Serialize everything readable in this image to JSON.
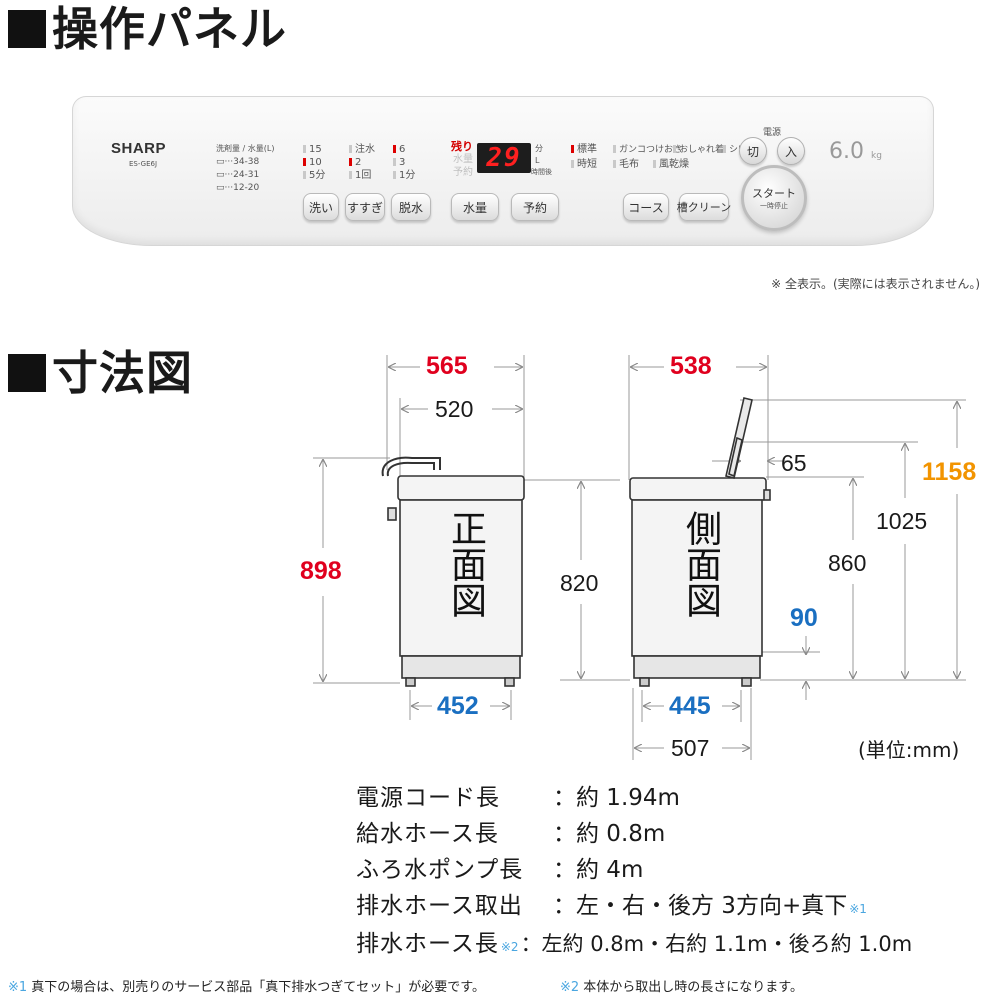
{
  "headings": {
    "panel": "操作パネル",
    "dimensions": "寸法図"
  },
  "panel": {
    "brand": "SHARP",
    "model": "ES-GE6J",
    "detergent_header": "洗剤量 / 水量(L)",
    "detergent_rows": [
      "···34-38",
      "···24-31",
      "···12-20"
    ],
    "col1": [
      "15",
      "10",
      "5分"
    ],
    "col2": [
      "注水",
      "2",
      "1回"
    ],
    "col3": [
      "6",
      "3",
      "1分"
    ],
    "buttons_wash": [
      "洗い",
      "すすぎ",
      "脱水"
    ],
    "remain_label": "残り",
    "remain_sub": [
      "水量",
      "予約"
    ],
    "display_value": "29",
    "display_units": [
      "分",
      "L",
      "時間後"
    ],
    "buttons_mid": [
      "水量",
      "予約"
    ],
    "courses": [
      "標準",
      "ガンコつけおき",
      "おしゃれ着",
      "シワ抑え",
      "時短",
      "毛布",
      "風乾燥"
    ],
    "buttons_course": [
      "コース",
      "槽クリーン"
    ],
    "power_label": "電源",
    "power_off": "切",
    "power_on": "入",
    "start_label": "スタート",
    "start_sub": "一時停止",
    "capacity_num": "6.0",
    "capacity_unit": "kg"
  },
  "panel_note": "※ 全表示。(実際には表示されません。)",
  "dimensions": {
    "front_label": "正面図",
    "side_label": "側面図",
    "front_width": "565",
    "front_inner_width": "520",
    "front_height": "898",
    "front_base_width": "452",
    "side_depth": "538",
    "lid_offset": "65",
    "height_open": "1158",
    "height_lid": "1025",
    "height_body": "860",
    "height_left": "820",
    "bottom_clearance": "90",
    "side_base_depth": "445",
    "side_total_depth": "507",
    "unit": "(単位:mm)"
  },
  "specs": [
    {
      "label": "電源コード長",
      "value": "：約 1.94m",
      "sup": ""
    },
    {
      "label": "給水ホース長",
      "value": "：約 0.8m",
      "sup": ""
    },
    {
      "label": "ふろ水ポンプ長",
      "value": "：約 4m",
      "sup": ""
    },
    {
      "label": "排水ホース取出",
      "value": "：左・右・後方 3方向+真下",
      "sup": "※1"
    },
    {
      "label": "排水ホース長",
      "value": "：左約 0.8m・右約 1.1m・後ろ約 1.0m",
      "sup": "※2"
    }
  ],
  "footnotes": [
    {
      "mark": "※1",
      "text": " 真下の場合は、別売りのサービス部品「真下排水つぎてセット」が必要です。"
    },
    {
      "mark": "※2",
      "text": " 本体から取出し時の長さになります。"
    }
  ],
  "colors": {
    "red": "#e0001e",
    "blue": "#1a6fc1",
    "orange": "#f29400",
    "note_blue": "#4aa6e0"
  }
}
